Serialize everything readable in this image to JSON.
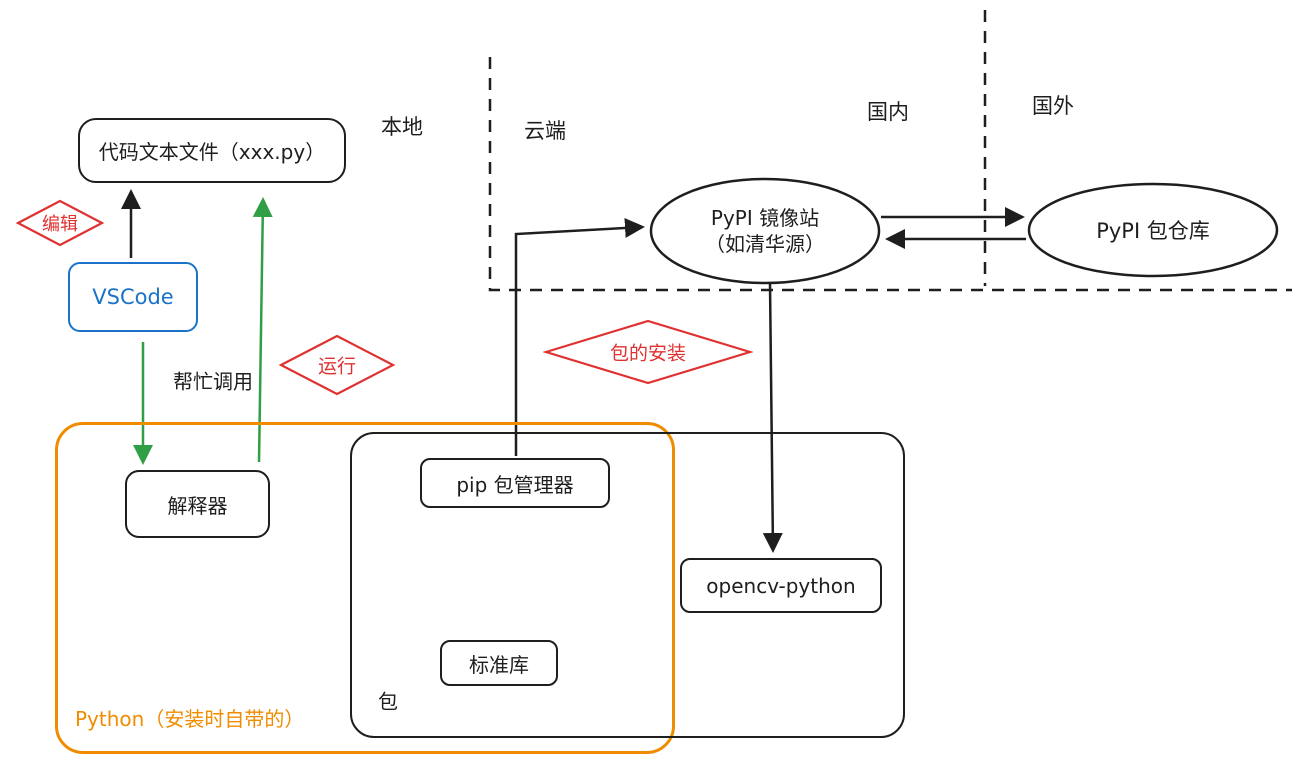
{
  "regions": {
    "local": "本地",
    "cloud": "云端",
    "domestic": "国内",
    "foreign": "国外"
  },
  "nodes": {
    "code_file": "代码文本文件（xxx.py）",
    "vscode": "VSCode",
    "interpreter": "解释器",
    "pip_manager": "pip 包管理器",
    "stdlib": "标准库",
    "opencv": "opencv-python",
    "pypi_mirror_line1": "PyPI 镜像站",
    "pypi_mirror_line2": "（如清华源）",
    "pypi_repo": "PyPI 包仓库",
    "python_container": "Python（安装时自带的）",
    "package_container": "包"
  },
  "edges": {
    "edit": "编辑",
    "run": "运行",
    "help_call": "帮忙调用",
    "package_install": "包的安装"
  },
  "colors": {
    "stroke": "#1e1e1e",
    "vscode_blue": "#1a73c9",
    "arrow_green": "#2f9e44",
    "accent_red": "#e03131",
    "python_orange": "#f08c00",
    "background": "#ffffff"
  }
}
